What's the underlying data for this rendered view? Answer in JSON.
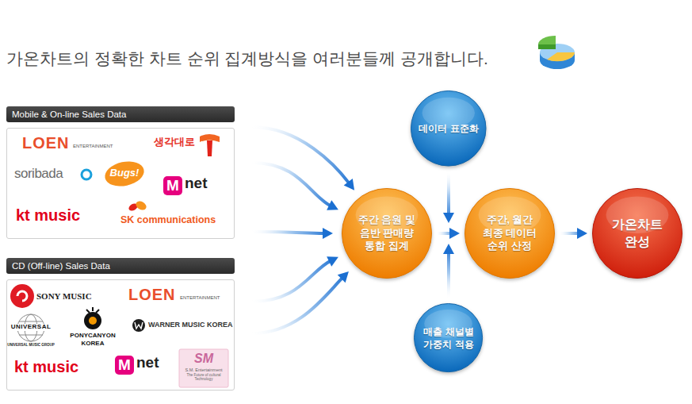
{
  "diagram": {
    "title": "가온차트의 정확한 차트 순위 집계방식을 여러분들께 공개합니다.",
    "nodes": [
      {
        "text": [
          "Mobile & On-line Sales Data"
        ]
      },
      {
        "text": [
          "CD (Off-line) Sales Data"
        ]
      },
      {
        "text": [
          "데이터 표준화"
        ]
      },
      {
        "text": [
          "주간 음원 및 음반 판매량 통합 집계"
        ]
      },
      {
        "text": [
          "주간, 월간 최종 데이터 순위 산정"
        ]
      },
      {
        "text": [
          "매출 채널별 가중치 적용"
        ]
      },
      {
        "text": [
          "가온차트 완성"
        ]
      }
    ],
    "edges": [
      {
        "from": 0,
        "to": 3,
        "arrow": "to"
      },
      {
        "from": 1,
        "to": 3,
        "arrow": "to"
      },
      {
        "from": 3,
        "to": 4,
        "arrow": "to"
      },
      {
        "from": 2,
        "to": 4,
        "arrow": "to"
      },
      {
        "from": 5,
        "to": 4,
        "arrow": "to"
      },
      {
        "from": 4,
        "to": 6,
        "arrow": "to"
      }
    ],
    "labels": [
      "LOEN",
      "ENTERTAINMENT",
      "생각대로",
      "soribada",
      "Bugs!",
      "M",
      "net",
      "kt music",
      "SK communications",
      "SONY MUSIC",
      "LOEN",
      "ENTERTAINMENT",
      "UNIVERSAL",
      "UNIVERSAL MUSIC GROUP",
      "PONYCANYON",
      "KOREA",
      "WARNER MUSIC KOREA",
      "kt music",
      "M",
      "net",
      "SM",
      "S.M. Entertainment",
      "The Future of cultural Technology"
    ]
  }
}
